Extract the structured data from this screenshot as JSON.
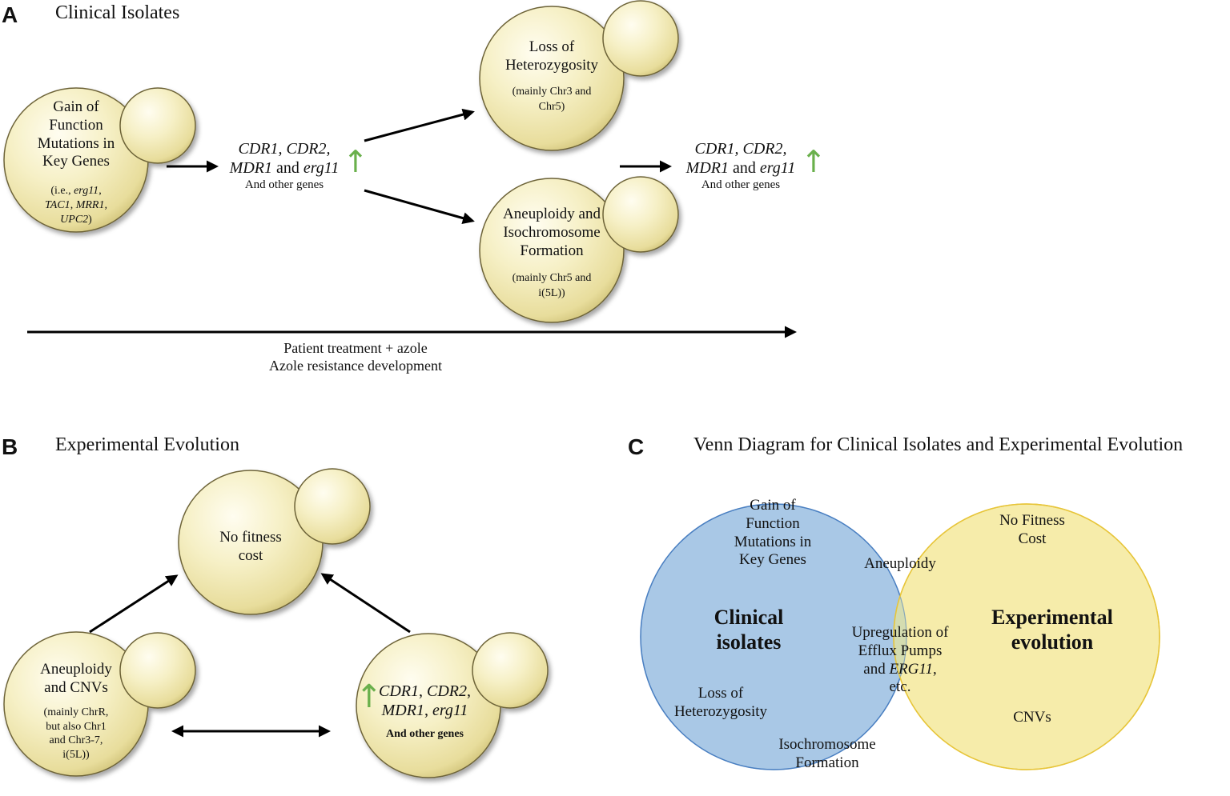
{
  "panel_a": {
    "letter": "A",
    "title": "Clinical Isolates",
    "gof_cell": {
      "line1": "Gain of",
      "line2": "Function",
      "line3": "Mutations in",
      "line4": "Key Genes",
      "sub_prefix": "(i.e., ",
      "sub_gene1": "erg11",
      "sub_sep1": ",",
      "sub_gene2": "TAC1",
      "sub_sep2": ", ",
      "sub_gene3": "MRR1,",
      "sub_gene4": "UPC2",
      "sub_suffix": ")"
    },
    "genes1": {
      "line1": "CDR1, CDR2,",
      "line2_a": "MDR1",
      "line2_b": " and ",
      "line2_c": "erg11",
      "sub": "And other genes"
    },
    "loh_cell": {
      "line1": "Loss of",
      "line2": "Heterozygosity",
      "sub1": "(mainly Chr3 and",
      "sub2": "Chr5)"
    },
    "aneu_cell": {
      "line1": "Aneuploidy and",
      "line2": "Isochromosome",
      "line3": "Formation",
      "sub1": "(mainly Chr5 and",
      "sub2": "i(5L))"
    },
    "genes2": {
      "line1": "CDR1, CDR2,",
      "line2_a": "MDR1",
      "line2_b": " and ",
      "line2_c": "erg11",
      "sub": "And other genes"
    },
    "timeline_line1": "Patient treatment + azole",
    "timeline_line2": "Azole resistance development"
  },
  "panel_b": {
    "letter": "B",
    "title": "Experimental Evolution",
    "nofit_cell": {
      "line1": "No fitness",
      "line2": "cost"
    },
    "aneu_cell": {
      "line1": "Aneuploidy",
      "line2": "and CNVs",
      "sub1": "(mainly ChrR,",
      "sub2": "but also Chr1",
      "sub3": "and Chr3-7,",
      "sub4": "i(5L))"
    },
    "genes_cell": {
      "line1_a": "CDR1",
      "line1_b": ", ",
      "line1_c": "CDR2",
      "line1_d": ",",
      "line2_a": "MDR1",
      "line2_b": ", ",
      "line2_c": "erg11",
      "sub": "And other genes"
    }
  },
  "panel_c": {
    "letter": "C",
    "title": "Venn Diagram for Clinical Isolates and Experimental Evolution",
    "left_label1": "Clinical",
    "left_label2": "isolates",
    "right_label1": "Experimental",
    "right_label2": "evolution",
    "left_items": {
      "gof1": "Gain of",
      "gof2": "Function",
      "gof3": "Mutations in",
      "gof4": "Key Genes",
      "loh1": "Loss of",
      "loh2": "Heterozygosity",
      "iso1": "Isochromosome",
      "iso2": "Formation"
    },
    "overlap_items": {
      "aneu": "Aneuploidy",
      "up1": "Upregulation of",
      "up2": "Efflux Pumps",
      "up3_a": "and ",
      "up3_b": "ERG11",
      "up3_c": ",",
      "up4": "etc."
    },
    "right_items": {
      "nofit1": "No Fitness",
      "nofit2": "Cost",
      "cnv": "CNVs"
    },
    "colors": {
      "left_fill": "#a9c8e6",
      "left_stroke": "#4a7fc1",
      "right_fill": "#f6ecaa",
      "right_stroke": "#e7c53a",
      "overlap_fill": "#d4dcb0"
    }
  },
  "colors": {
    "cell_fill": "#f5efc0",
    "cell_stroke": "#6d6439",
    "arrow": "#000000",
    "up_arrow": "#6ab04c"
  }
}
